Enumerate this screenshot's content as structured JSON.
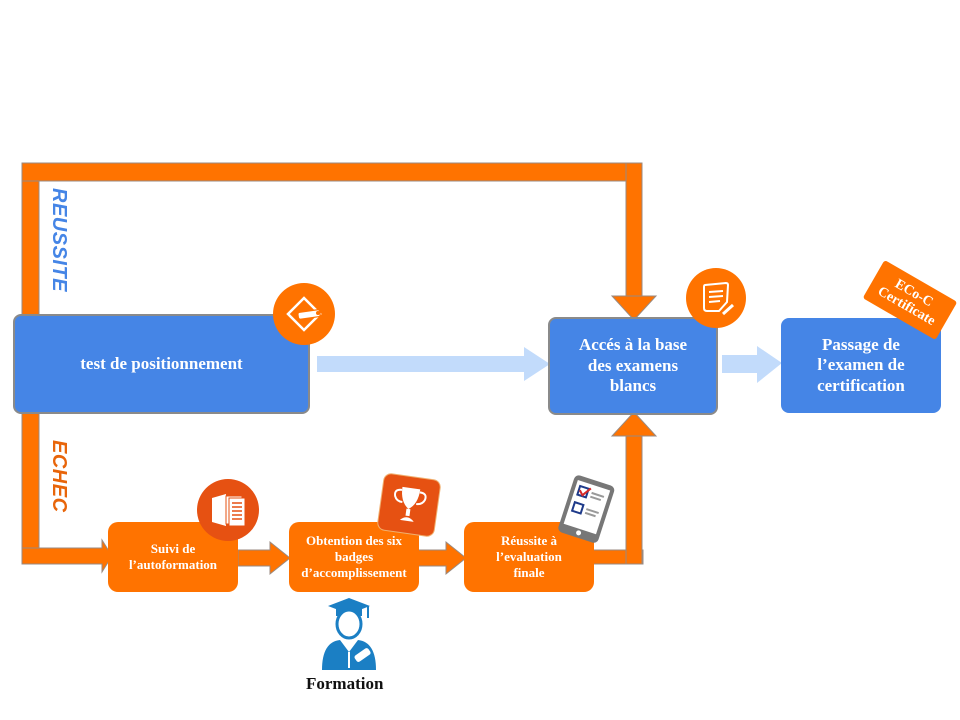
{
  "diagram": {
    "colors": {
      "orange": "#ff7300",
      "blue": "#4585e6",
      "light_blue_arrow": "#c2dbfb",
      "success_label": "#4585e6",
      "failure_label": "#e8650a",
      "border_gray": "#8a8a8a"
    },
    "labels": {
      "success": "REUSSITE",
      "failure": "ECHEC"
    },
    "nodes": {
      "positioning_test": "test de positionnement",
      "practice_exams": [
        "Accés à la base",
        "des examens",
        "blancs"
      ],
      "certification_exam": [
        "Passage de",
        "l’examen de",
        "certification"
      ],
      "self_training": [
        "Suivi de",
        "l’autoformation"
      ],
      "badges": [
        "Obtention des six",
        "badges",
        "d’accomplissement"
      ],
      "final_eval": [
        "Réussite à",
        "l’evaluation",
        "finale"
      ]
    },
    "certificate_tag": [
      "ECo-C",
      "Certificate"
    ],
    "training_caption": "Formation",
    "icons": {
      "positioning_test": "pencil-diamond-icon",
      "practice_exams": "note-pencil-icon",
      "self_training": "book-icon",
      "badges": "trophy-icon",
      "final_eval": "tablet-checklist-icon",
      "training": "graduate-icon"
    }
  }
}
